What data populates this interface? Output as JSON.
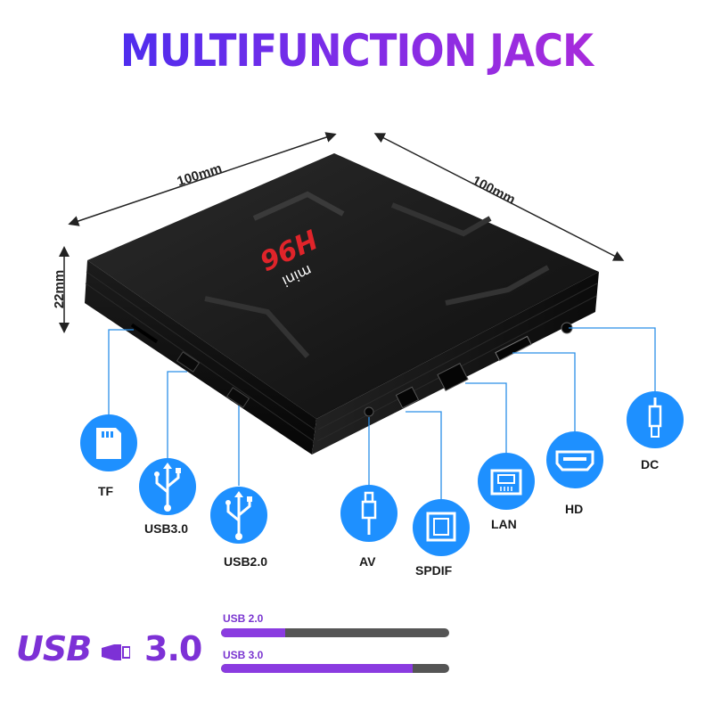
{
  "title": "MULTIFUNCTION JACK",
  "dimensions": {
    "width": "100mm",
    "depth": "100mm",
    "height": "22mm"
  },
  "product": {
    "brand": "H96",
    "model": "mini"
  },
  "ports": [
    {
      "id": "tf",
      "label": "TF",
      "icon": "sd-card-icon"
    },
    {
      "id": "usb30",
      "label": "USB3.0",
      "icon": "usb-icon"
    },
    {
      "id": "usb20",
      "label": "USB2.0",
      "icon": "usb-icon"
    },
    {
      "id": "av",
      "label": "AV",
      "icon": "av-jack-icon"
    },
    {
      "id": "spdif",
      "label": "SPDIF",
      "icon": "optical-port-icon"
    },
    {
      "id": "lan",
      "label": "LAN",
      "icon": "ethernet-icon"
    },
    {
      "id": "hd",
      "label": "HD",
      "icon": "hdmi-icon"
    },
    {
      "id": "dc",
      "label": "DC",
      "icon": "dc-plug-icon"
    }
  ],
  "usb_logo": {
    "word": "USB",
    "version": "3.0"
  },
  "speed_bars": [
    {
      "label": "USB 2.0",
      "level": 0.28
    },
    {
      "label": "USB 3.0",
      "level": 0.84
    }
  ],
  "colors": {
    "accent_blue": "#1e90ff",
    "accent_purple": "#8a3be0",
    "box": "#111111"
  }
}
